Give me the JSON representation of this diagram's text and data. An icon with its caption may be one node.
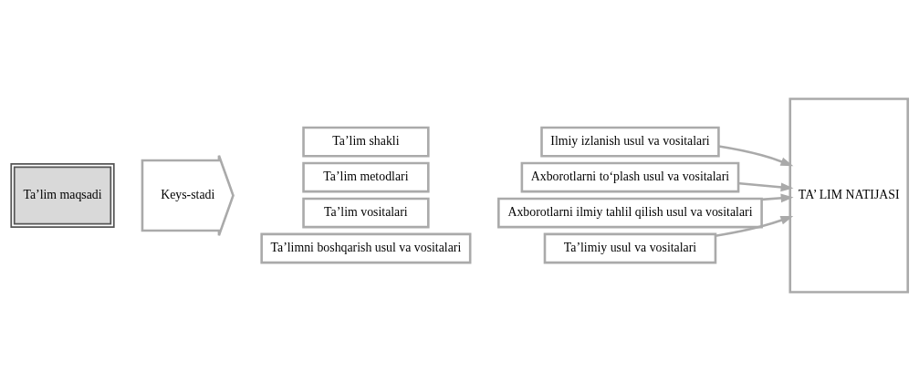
{
  "diagram": {
    "nodes": [
      {
        "text": [
          "Ta’lim maqsadi"
        ]
      },
      {
        "text": [
          "Keys-stadi"
        ]
      },
      {
        "text": [
          "Ta’lim shakli"
        ]
      },
      {
        "text": [
          "Ta’lim metodlari"
        ]
      },
      {
        "text": [
          "Ta’lim vositalari"
        ]
      },
      {
        "text": [
          "Ta’limni boshqarish usul va vositalari"
        ]
      },
      {
        "text": [
          "Ilmiy izlanish usul va vositalari"
        ]
      },
      {
        "text": [
          "Axborotlarni to‘plash usul va vositalari"
        ]
      },
      {
        "text": [
          "Axborotlarni ilmiy tahlil qilish usul va vositalari"
        ]
      },
      {
        "text": [
          "Ta’limiy usul va vositalari"
        ]
      },
      {
        "text": [
          "TA’ LIM NATIJASI"
        ]
      }
    ],
    "edges": [
      {
        "from": 6,
        "to": 10,
        "arrow": "to"
      },
      {
        "from": 7,
        "to": 10,
        "arrow": "to"
      },
      {
        "from": 8,
        "to": 10,
        "arrow": "to"
      },
      {
        "from": 9,
        "to": 10,
        "arrow": "to"
      }
    ]
  }
}
